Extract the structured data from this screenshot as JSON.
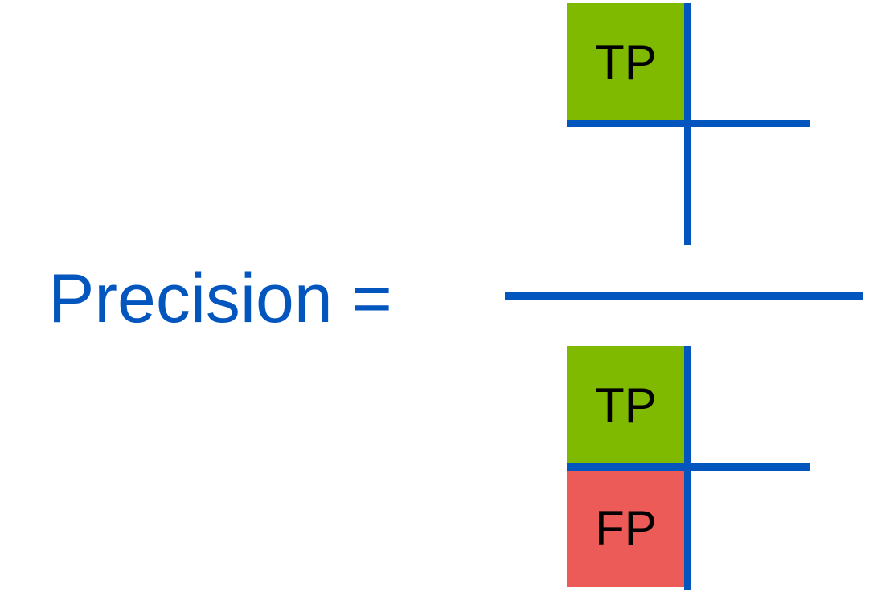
{
  "formula": {
    "lhs": "Precision ="
  },
  "numerator": {
    "cells": [
      {
        "label": "TP",
        "color": "#7FBA00"
      }
    ]
  },
  "denominator": {
    "cells": [
      {
        "label": "TP",
        "color": "#7FBA00"
      },
      {
        "label": "FP",
        "color": "#EC5B57"
      }
    ]
  },
  "colors": {
    "line": "#0456BF",
    "text_primary": "#0456BF"
  }
}
